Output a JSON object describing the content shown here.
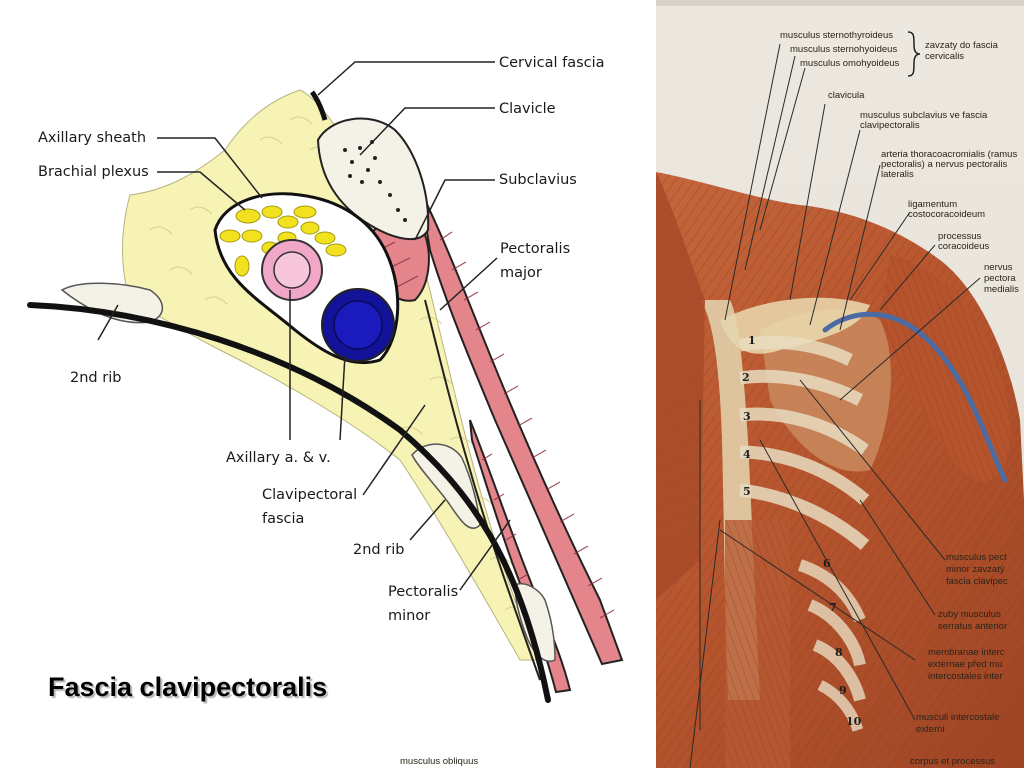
{
  "slide": {
    "caption": "Fascia clavipectoralis"
  },
  "left_diagram": {
    "labels": {
      "cervical_fascia": "Cervical fascia",
      "clavicle": "Clavicle",
      "subclavius": "Subclavius",
      "pectoralis_major_1": "Pectoralis",
      "pectoralis_major_2": "major",
      "axillary_sheath": "Axillary sheath",
      "brachial_plexus": "Brachial plexus",
      "second_rib_left": "2nd rib",
      "axillary_vessels": "Axillary a. &  v.",
      "clavipectoral_1": "Clavipectoral",
      "clavipectoral_2": "fascia",
      "second_rib_right": "2nd rib",
      "pectoralis_minor_1": "Pectoralis",
      "pectoralis_minor_2": "minor"
    },
    "colors": {
      "fat": "#f7f3b4",
      "muscle": "#e3858b",
      "nerve": "#f1e11e",
      "artery": "#f1a7c8",
      "vein": "#13139a",
      "outline": "#111111"
    }
  },
  "right_atlas": {
    "labels": {
      "sternothyroideus": "musculus sternothyroideus",
      "sternohyoideus": "musculus sternohyoideus",
      "omohyoideus": "musculus omohyoideus",
      "zavzaty_1": "zavzaty do fascia",
      "zavzaty_2": "cervicalis",
      "clavicula": "clavicula",
      "subclavius": "musculus subclavius ve fascia clavipectoralis",
      "arteria": "arteria thoracoacromialis (ramus pectoralis) a nervus pectoralis lateralis",
      "ligamentum": "ligamentum costocoracoideum",
      "processus": "processus coracoideus",
      "nervus_1": "nervus",
      "nervus_2": "pectora",
      "nervus_3": "medialis",
      "pect_minor_1": "musculus pect",
      "pect_minor_2": "minor zavzatý",
      "pect_minor_3": "fascia clavipec",
      "serratus_1": "zuby musculus",
      "serratus_2": "serratus anterior",
      "membranae_1": "membranae interc",
      "membranae_2": "externae před mu",
      "membranae_3": "intercostales inter",
      "musculi_1": "musculi intercostale",
      "musculi_2": "externi",
      "corpus": "corpus et processus",
      "obliquus": "musculus obliquus"
    },
    "rib_numbers": [
      "1",
      "2",
      "3",
      "4",
      "5",
      "6",
      "7",
      "8",
      "9",
      "10"
    ]
  }
}
